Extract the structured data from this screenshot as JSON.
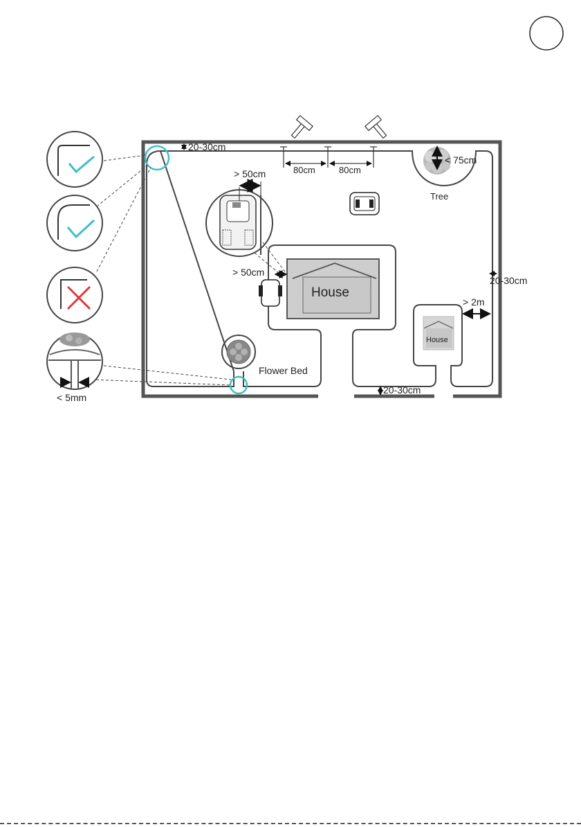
{
  "labels": {
    "gap_top": "20-30cm",
    "peg_spacing_1": "80cm",
    "peg_spacing_2": "80cm",
    "tree_distance": "< 75cm",
    "tree": "Tree",
    "mower_clearance_top": "> 50cm",
    "mower_clearance_left": "> 50cm",
    "house_main": "House",
    "house_small": "House",
    "gap_right": "20-30cm",
    "passage_width": "> 2m",
    "flower_bed": "Flower Bed",
    "gap_bottom": "20-30cm",
    "splice_gap": "< 5mm"
  },
  "colors": {
    "wall": "#555555",
    "wire": "#444444",
    "accent_cyan": "#3fbfc6",
    "check": "#3fbfc6",
    "cross": "#e0393e",
    "house_fill": "#d0d0d0",
    "house_inner": "#c4c4c4"
  },
  "icons": [
    "checkmark-icon",
    "checkmark-icon",
    "cross-icon",
    "hammer-icon",
    "peg-icon",
    "mower-icon",
    "double-arrow-icon"
  ]
}
